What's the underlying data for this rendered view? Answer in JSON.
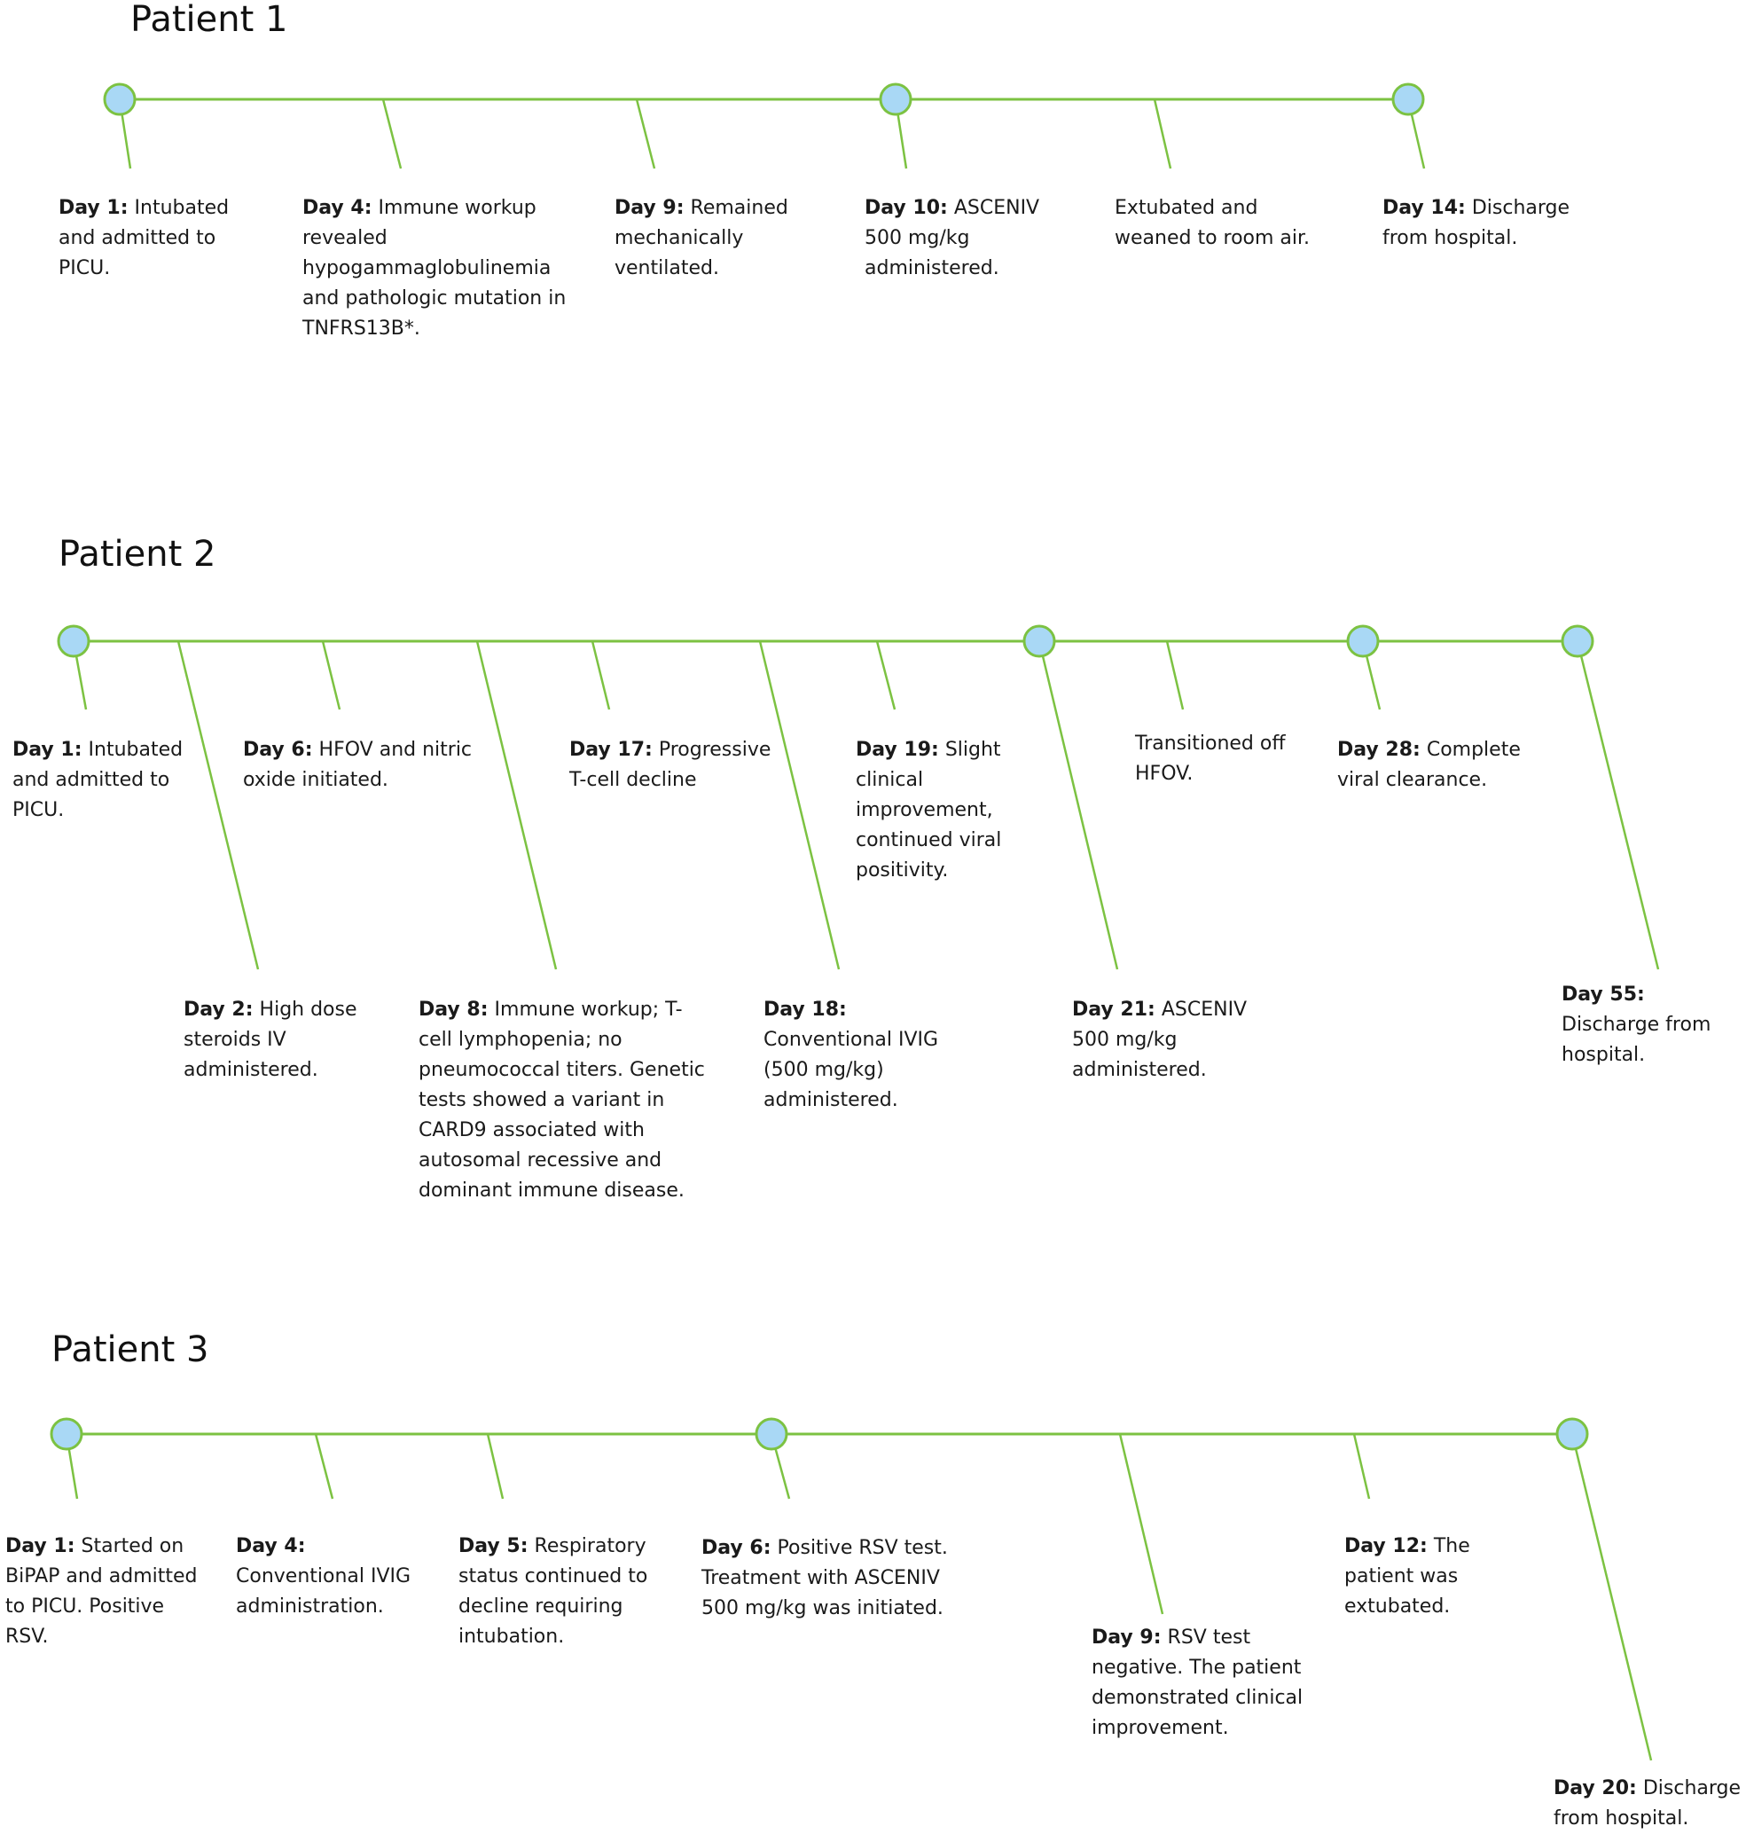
{
  "colors": {
    "line": "#7cc242",
    "node_fill": "#a9d8f5",
    "node_stroke": "#7cc242"
  },
  "patients": [
    {
      "title": "Patient 1",
      "events": [
        {
          "day": "Day 1:",
          "text": " Intubated and admitted to PICU.",
          "node": true
        },
        {
          "day": "Day 4:",
          "text": " Immune workup revealed hypogammaglobulinemia and pathologic mutation in TNFRS13B*.",
          "node": false
        },
        {
          "day": "Day 9:",
          "text": " Remained mechanically ventilated.",
          "node": false
        },
        {
          "day": "Day 10:",
          "text": " ASCENIV 500 mg/kg administered.",
          "node": true
        },
        {
          "day": "",
          "text": "Extubated and weaned to room air.",
          "node": false
        },
        {
          "day": "Day 14:",
          "text": " Discharge from hospital.",
          "node": true
        }
      ]
    },
    {
      "title": "Patient 2",
      "events": [
        {
          "day": "Day 1:",
          "text": " Intubated and admitted to PICU.",
          "node": true
        },
        {
          "day": "Day 2:",
          "text": " High dose steroids IV administered.",
          "node": false
        },
        {
          "day": "Day 6:",
          "text": " HFOV and nitric oxide initiated.",
          "node": false
        },
        {
          "day": "Day 8:",
          "text": " Immune workup; T-cell lymphopenia; no pneumococcal titers. Genetic tests showed a variant in CARD9 associated with autosomal recessive and dominant immune disease.",
          "node": false
        },
        {
          "day": "Day 17:",
          "text": " Progressive T-cell decline",
          "node": false
        },
        {
          "day": "Day 18:",
          "text": " Conventional IVIG (500 mg/kg) administered.",
          "node": false
        },
        {
          "day": "Day 19:",
          "text": " Slight clinical improvement, continued viral positivity.",
          "node": false
        },
        {
          "day": "Day 21:",
          "text": " ASCENIV 500 mg/kg administered.",
          "node": true
        },
        {
          "day": "",
          "text": "Transitioned off HFOV.",
          "node": false
        },
        {
          "day": "Day 28:",
          "text": " Complete viral clearance.",
          "node": true
        },
        {
          "day": "Day 55:",
          "text": " Discharge from hospital.",
          "node": true
        }
      ]
    },
    {
      "title": "Patient 3",
      "events": [
        {
          "day": "Day 1:",
          "text": " Started on BiPAP and admitted to PICU. Positive RSV.",
          "node": true
        },
        {
          "day": "Day 4:",
          "text": " Conventional IVIG administration.",
          "node": false
        },
        {
          "day": "Day 5:",
          "text": " Respiratory status continued to decline requiring intubation.",
          "node": false
        },
        {
          "day": "Day 6:",
          "text": " Positive RSV test. Treatment with ASCENIV 500 mg/kg was initiated.",
          "node": true
        },
        {
          "day": "Day 9:",
          "text": " RSV test negative. The patient demonstrated clinical improvement.",
          "node": false
        },
        {
          "day": "Day 12:",
          "text": "  The patient was extubated.",
          "node": false
        },
        {
          "day": "Day 20:",
          "text": " Discharge from hospital.",
          "node": true
        }
      ]
    }
  ]
}
